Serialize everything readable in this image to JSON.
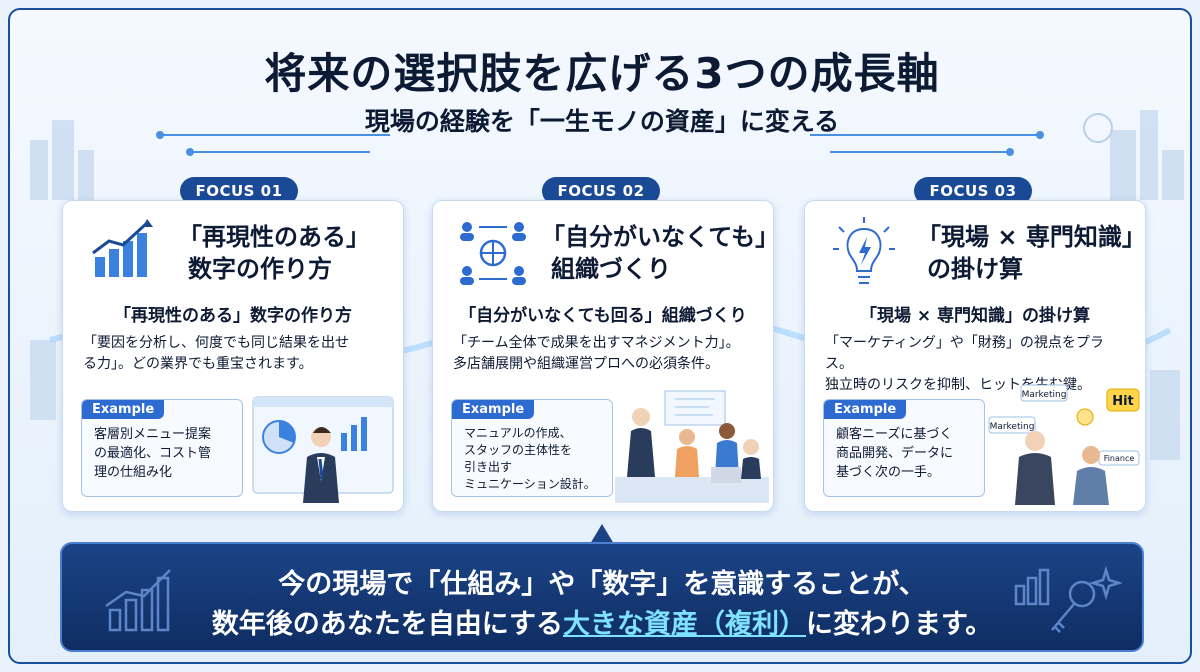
{
  "header": {
    "title": "将来の選択肢を広げる3つの成長軸",
    "subtitle": "現場の経験を「一生モノの資産」に変える"
  },
  "cards": [
    {
      "focus": "FOCUS 01",
      "heading_line1": "「再現性のある」",
      "heading_line2": "数字の作り方",
      "sub": "「再現性のある」数字の作り方",
      "desc_line1": "「要因を分析し、何度でも同じ結果を出せ",
      "desc_line2": "る力」。どの業界でも重宝されます。",
      "example_label": "Example",
      "example_line1": "客層別メニュー提案",
      "example_line2": "の最適化、コスト管",
      "example_line3": "理の仕組み化",
      "icon": "growth-chart-icon"
    },
    {
      "focus": "FOCUS 02",
      "heading_line1": "「自分がいなくても」",
      "heading_line2": "組織づくり",
      "sub": "「自分がいなくても回る」組織づくり",
      "desc_line1": "「チーム全体で成果を出すマネジメント力」。",
      "desc_line2": "多店舗展開や組織運営プロへの必須条件。",
      "example_label": "Example",
      "example_line1": "マニュアルの作成、",
      "example_line2": "スタッフの主体性を",
      "example_line3": "引き出す",
      "example_line4": "ミュニケーション設計。",
      "icon": "team-network-icon"
    },
    {
      "focus": "FOCUS 03",
      "heading_line1": "「現場 × 専門知識」",
      "heading_line2": "の掛け算",
      "sub": "「現場 × 専門知識」の掛け算",
      "desc_line1": "「マーケティング」や「財務」の視点をプラス。",
      "desc_line2": "独立時のリスクを抑制、ヒットを生む鍵。",
      "example_label": "Example",
      "example_line1": "顧客ニーズに基づく",
      "example_line2": "商品開発、データに",
      "example_line3": "基づく次の一手。",
      "icon": "lightbulb-icon",
      "bubbles": [
        "Marketing",
        "Marketing",
        "Hit",
        "Finance"
      ]
    }
  ],
  "bottom": {
    "line1": "今の現場で「仕組み」や「数字」を意識することが、",
    "line2_pre": "数年後のあなたを自由にする",
    "line2_highlight": "大きな資産（複利）",
    "line2_post": "に変わります。"
  },
  "colors": {
    "navy": "#1a4a96",
    "accent": "#2e6bd0",
    "highlight": "#7fe3ff"
  }
}
